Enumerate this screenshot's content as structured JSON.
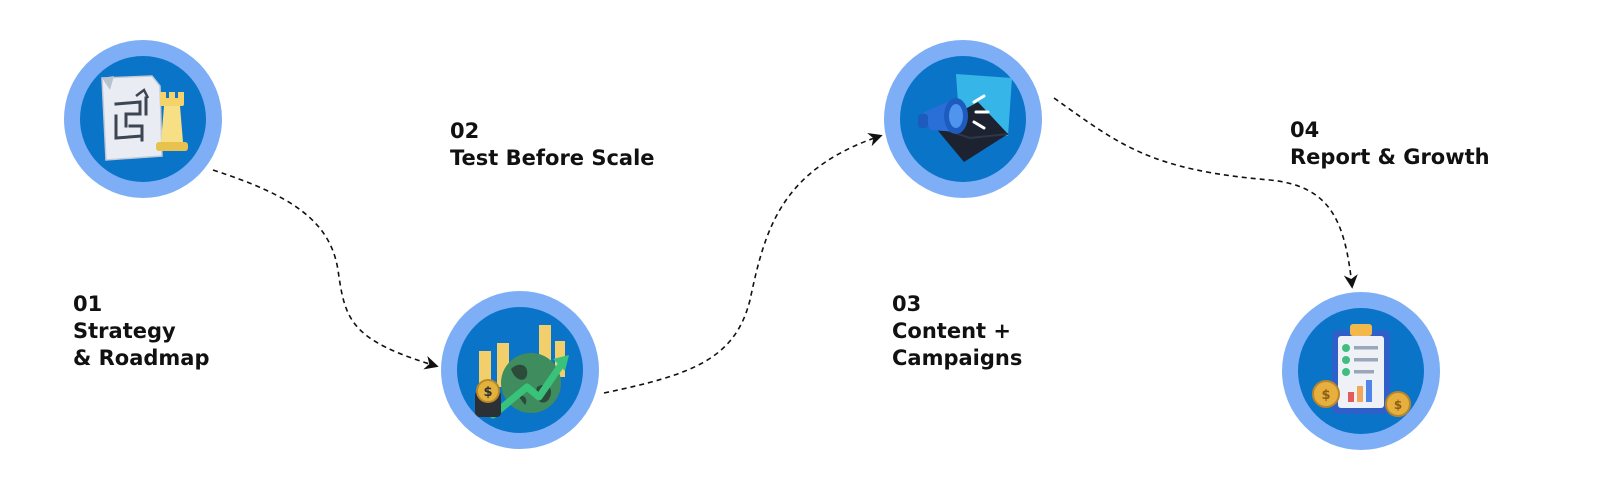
{
  "steps": [
    {
      "number": "01",
      "title_line1": "Strategy",
      "title_line2": "& Roadmap",
      "icon": "strategy-maze-chess-icon"
    },
    {
      "number": "02",
      "title_line1": "Test Before Scale",
      "title_line2": "",
      "icon": "globe-growth-chart-icon"
    },
    {
      "number": "03",
      "title_line1": "Content +",
      "title_line2": "Campaigns",
      "icon": "megaphone-envelope-icon"
    },
    {
      "number": "04",
      "title_line1": "Report & Growth",
      "title_line2": "",
      "icon": "clipboard-report-coins-icon"
    }
  ],
  "colors": {
    "ring": "#7eaef6",
    "inner": "#0a74c9",
    "text": "#111111",
    "connector": "#111111"
  }
}
